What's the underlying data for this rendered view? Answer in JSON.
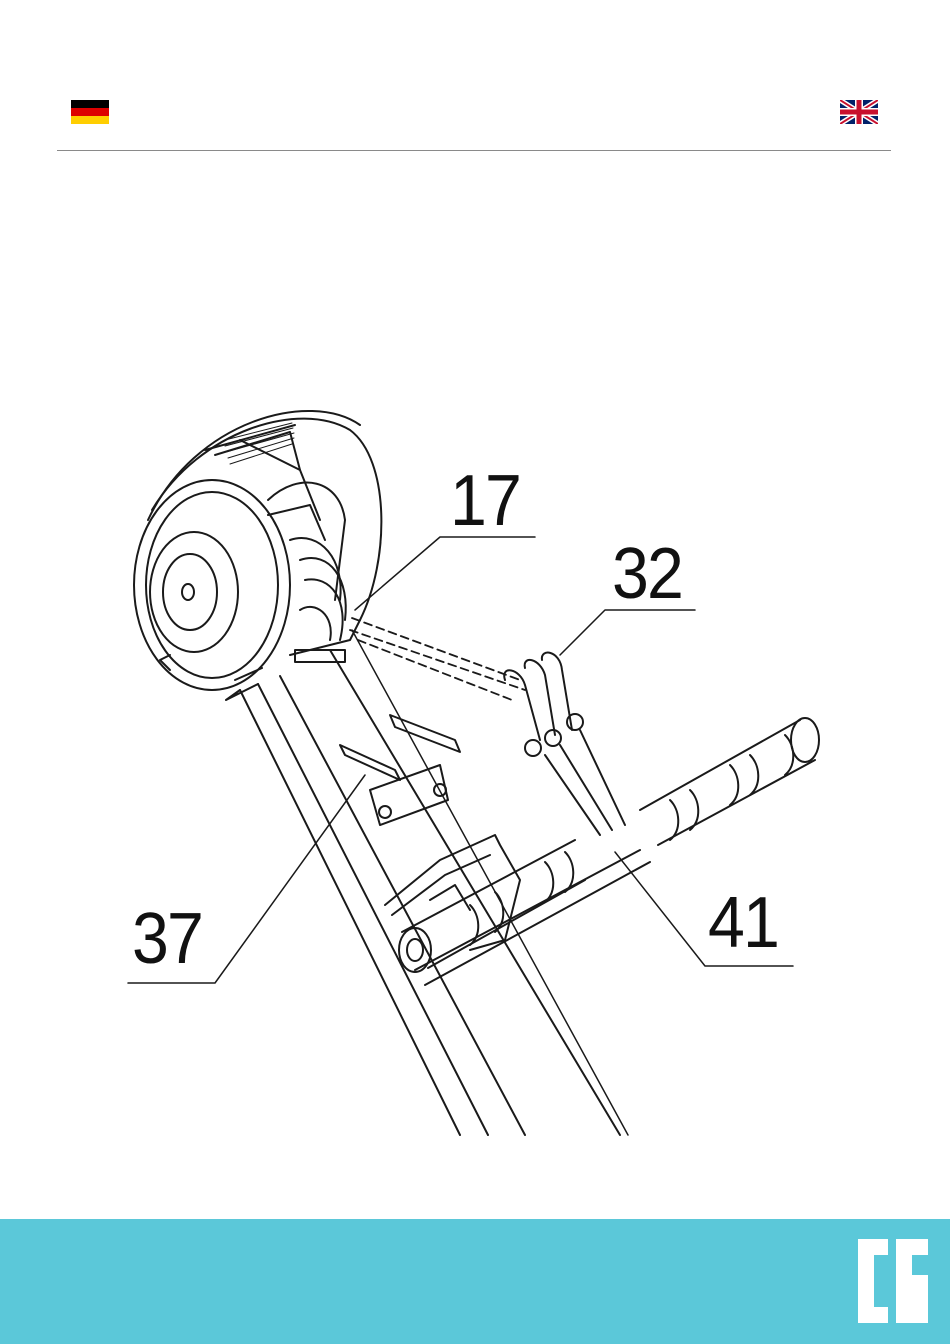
{
  "header": {
    "left_flag": "germany-flag",
    "right_flag": "uk-flag"
  },
  "diagram": {
    "part_labels": [
      "17",
      "32",
      "37",
      "41"
    ]
  },
  "footer": {
    "logo_text": "CS",
    "color": "#5bc8d9"
  }
}
